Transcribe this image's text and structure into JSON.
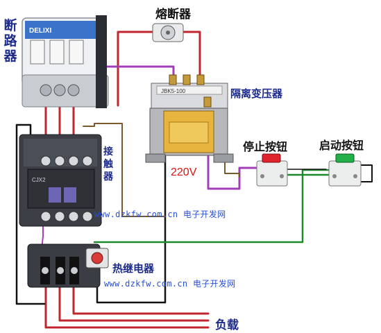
{
  "labels": {
    "breaker": "断路器",
    "fuse": "熔断器",
    "transformer": "隔离变压器",
    "contactor": "接触器",
    "stop_button": "停止按钮",
    "start_button": "启动按钮",
    "thermal_relay": "热继电器",
    "load": "负载",
    "voltage": "220V"
  },
  "watermarks": [
    {
      "url": "www.dzkfw.com.cn",
      "cn": "电子开发网"
    },
    {
      "url": "www.dzkfw.com.cn",
      "cn": "电子开发网"
    }
  ],
  "device_text": {
    "breaker_brand": "DELIXI",
    "transformer_model": "JBK5-100",
    "contactor_model": "CJX2"
  },
  "colors": {
    "label_blue": "#1c2a8c",
    "wire_red": "#c0262c",
    "wire_purple": "#a23fb8",
    "wire_black": "#111111",
    "wire_brown": "#7a5a2a",
    "wire_green": "#1f8a2a",
    "stop_red": "#e0242c",
    "start_green": "#22b04a"
  }
}
